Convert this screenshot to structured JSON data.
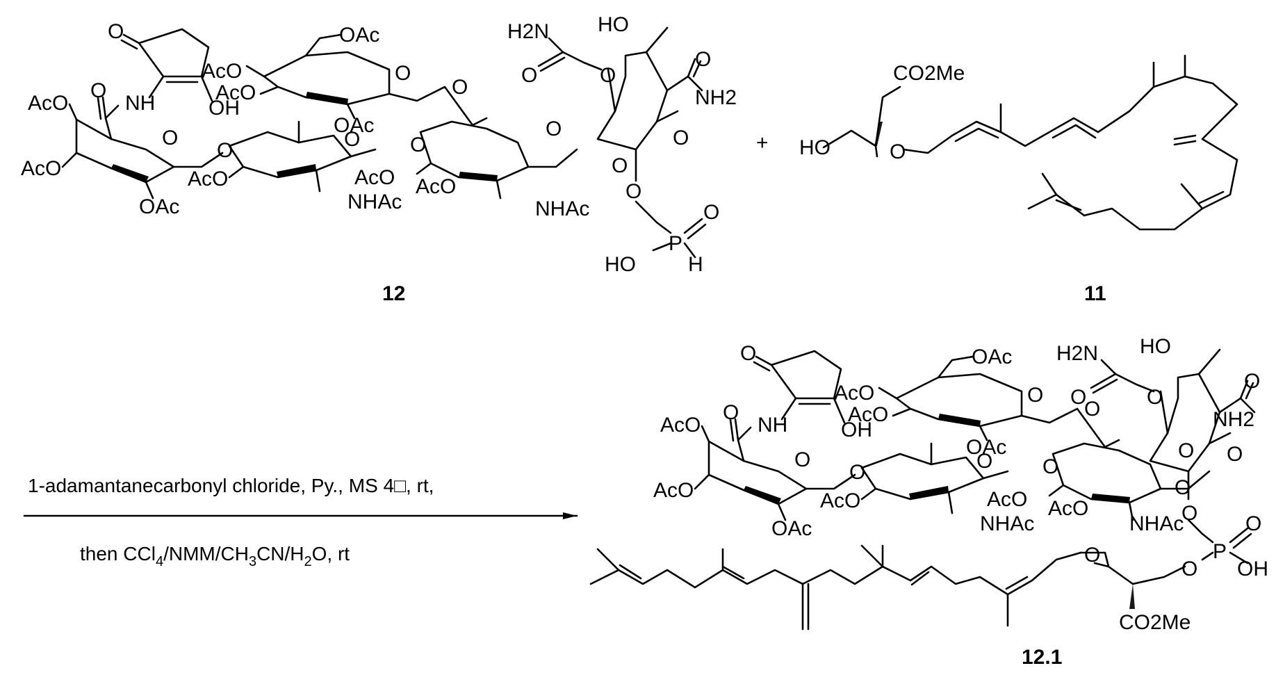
{
  "compounds": {
    "c12": {
      "label": "12",
      "atoms": {
        "ketone_o": "O",
        "nh": "NH",
        "oh": "OH",
        "amide_o": "O",
        "aco_1": "AcO",
        "aco_2": "AcO",
        "oac_1": "OAc",
        "ring_o1": "O",
        "link_o1": "O",
        "aco_3": "AcO",
        "oac_top": "OAc",
        "aco_4": "AcO",
        "aco_5": "AcO",
        "ring_o2": "O",
        "oac_2": "OAc",
        "link_o2": "O",
        "ring_o3": "O",
        "aco_6": "AcO",
        "nhac_1": "NHAc",
        "link_o3": "O",
        "ring_o4": "O",
        "aco_7": "AcO",
        "nhac_2": "NHAc",
        "link_o4": "O",
        "h2n": "H2N",
        "carb_o": "O",
        "carb_link_o": "O",
        "ho_top": "HO",
        "amide2_o": "O",
        "nh2": "NH2",
        "ring_o5": "O",
        "p_o": "O",
        "p": "P",
        "p_dbl_o": "O",
        "p_ho": "HO",
        "p_h": "H"
      }
    },
    "c11": {
      "label": "11",
      "atoms": {
        "co2me": "CO2Me",
        "ho": "HO",
        "ether_o": "O"
      }
    },
    "c12_1": {
      "label": "12.1",
      "atoms": {
        "ketone_o": "O",
        "nh": "NH",
        "oh": "OH",
        "amide_o": "O",
        "aco_1": "AcO",
        "aco_2": "AcO",
        "oac_1": "OAc",
        "ring_o1": "O",
        "link_o1": "O",
        "aco_3": "AcO",
        "oac_top": "OAc",
        "aco_4": "AcO",
        "aco_5": "AcO",
        "ring_o2": "O",
        "oac_2": "OAc",
        "link_o2": "O",
        "ring_o3": "O",
        "aco_6": "AcO",
        "nhac_1": "NHAc",
        "link_o3": "O",
        "ring_o4": "O",
        "aco_7": "AcO",
        "nhac_2": "NHAc",
        "link_o4": "O",
        "h2n": "H2N",
        "carb_o": "O",
        "carb_link_o": "O",
        "ho_top": "HO",
        "amide2_o": "O",
        "nh2": "NH2",
        "ring_o5": "O",
        "p_o1": "O",
        "p": "P",
        "p_dbl_o": "O",
        "p_oh": "OH",
        "p_o2": "O",
        "ether_o": "O",
        "co2me": "CO2Me"
      }
    }
  },
  "plus_sign": "+",
  "reaction": {
    "conditions_line1": "1-adamantanecarbonyl chloride, Py., MS 4□, rt,",
    "conditions_line2_parts": [
      "then CCl",
      "4",
      "/NMM/CH",
      "3",
      "CN/H",
      "2",
      "O, rt"
    ]
  }
}
